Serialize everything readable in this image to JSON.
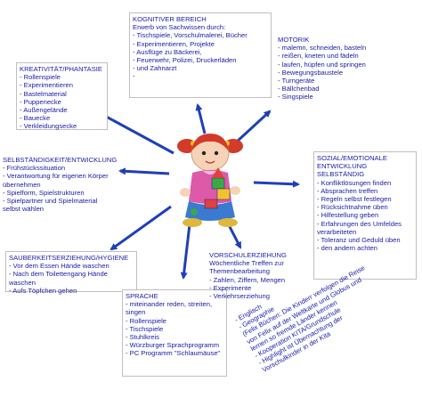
{
  "kognitiver_bereich": {
    "title": "KOGNITIVER BEREICH",
    "subtitle": "Erwerb von Sachwissen durch:",
    "items": [
      "Tischspiele, Vorschulmalerei, Bücher",
      "Experimentieren, Projekte",
      "Ausflüge zu Bäckerei,",
      "Feuerwehr, Polizei, Druckerläden",
      "und Zahnarzt",
      ""
    ]
  },
  "motorik": {
    "title": "MOTORIK",
    "items": [
      "malemn, schneiden, basteln",
      "reißen, kneten und fädeln",
      "laufen, hüpfen und springen",
      "Bewegungsbaustele",
      "Turngeräte",
      "Bällchenbad",
      "Singspiele"
    ]
  },
  "kreativitaet": {
    "title": "KREATIVITÄT/PHANTASIE",
    "items": [
      "Rollenspiele",
      "Experimentieren",
      "Bastelmaterial",
      "Puppenecke",
      "Außengelände",
      "Bauecke",
      "Verkleidungsecke"
    ]
  },
  "selbststaendigkeit": {
    "title": "SELBSTÄNDIGKEIT/ENTWICKLUNG",
    "items": [
      "Frühstückssituation",
      "Verantwortung für eigenen Körper übernehmen",
      "Spielform, Spielstrukturen",
      "Spielpartner und Spielmaterial selbst wählen"
    ]
  },
  "sozial": {
    "title_lines": [
      "SOZIAL/EMOTIONALE",
      "ENTWICKLUNG",
      "SELBSTÄNDIG"
    ],
    "items": [
      "Konfliktlösungen finden",
      "Absprachen treffen",
      "Regeln selbst festlegen",
      "Rücksichtnahme üben",
      "Hilfestellung geben",
      "Erfahrungen des Umfeldes verarbeiteten",
      "Toleranz und Geduld üben",
      "den andern achten"
    ]
  },
  "sauberkeit": {
    "title": "SAUBERKEITSERZIEHUNG/HYGIENE",
    "items": [
      "Vor dem Essen Hände waschen",
      "Nach dem Toilettengang Hände waschen",
      "Aufs Töpfchen gehen"
    ]
  },
  "sprache": {
    "title": "SPRACHE",
    "items": [
      "miteinander reden, streiten, singen",
      "Rollenspiele",
      "Tischspiele",
      "Stuhlkreis",
      "Würzburger Sprachprogramm",
      "PC Programm \"Schlaumäuse\""
    ]
  },
  "vorschulerziehung": {
    "title": "VORSCHULERZIEHUNG",
    "subtitle_lines": [
      "Wöchentliche Treffen zur",
      "Themenbearbeitung"
    ],
    "items": [
      "Zahlen, Ziffern, Mengen",
      "Experimente",
      "Verkehrserziehung",
      "Englisch",
      "Geographie",
      "(Felix Büchen: Die Kinderr verfolgen die Reise",
      "von Felix auf der Weltkarte und Globus und",
      "lernen so fremde Länder kennen",
      "Kooperation KITA/Grundschule",
      "Highlight ist Übernachtung der",
      "Vorschulkinder in der Kita"
    ]
  },
  "colors": {
    "text": "#1a1aa8",
    "arrow": "#1f3fb8",
    "border": "#bfbfbf"
  }
}
